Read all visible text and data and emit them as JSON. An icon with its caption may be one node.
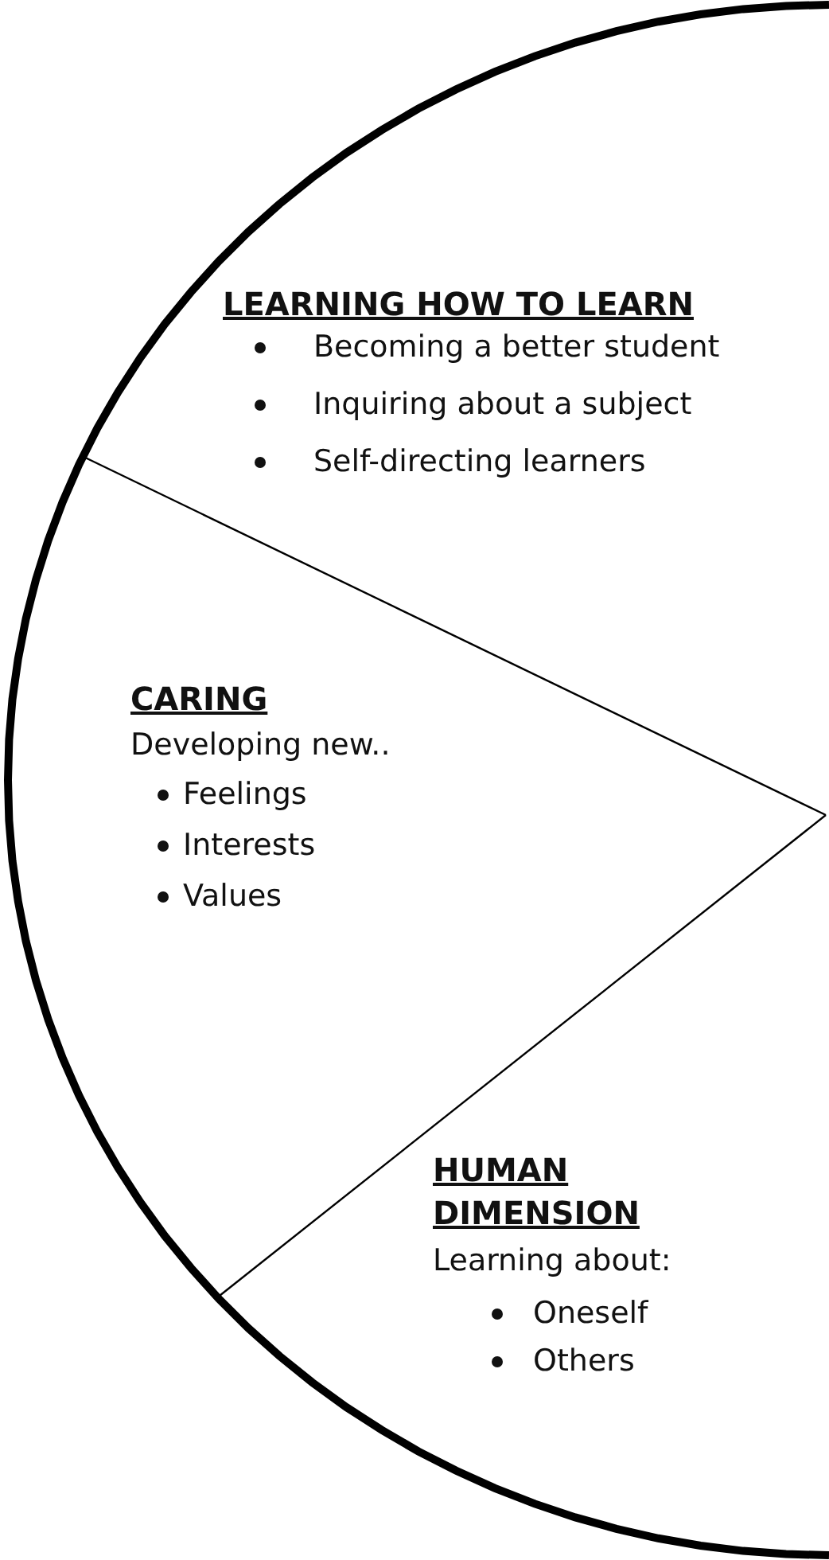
{
  "diagram": {
    "nodes": [
      {
        "text": [
          "LEARNING HOW TO LEARN",
          "Becoming a better student",
          "Inquiring about a subject",
          "Self-directing learners"
        ]
      },
      {
        "text": [
          "CARING",
          "Developing new..",
          "Feelings",
          "Interests",
          "Values"
        ]
      },
      {
        "text": [
          "HUMAN DIMENSION",
          "Learning about:",
          "Oneself",
          "Others"
        ]
      }
    ]
  }
}
